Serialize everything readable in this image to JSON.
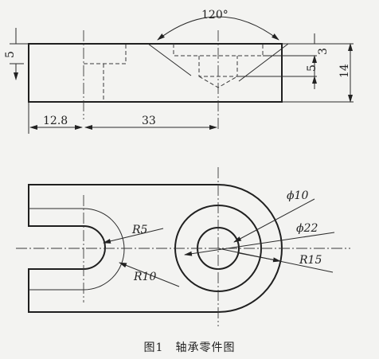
{
  "figure": {
    "caption": "图1　轴承零件图",
    "dimensions": {
      "angle": "120°",
      "height_left": "5",
      "depth_a": "3",
      "depth_b": "5",
      "total_height": "14",
      "offset_left": "12.8",
      "center_distance": "33",
      "radius_small_inner": "R5",
      "radius_small_outer": "R10",
      "diameter_bore": "ϕ10",
      "diameter_boss": "ϕ22",
      "radius_boss": "R15"
    }
  }
}
